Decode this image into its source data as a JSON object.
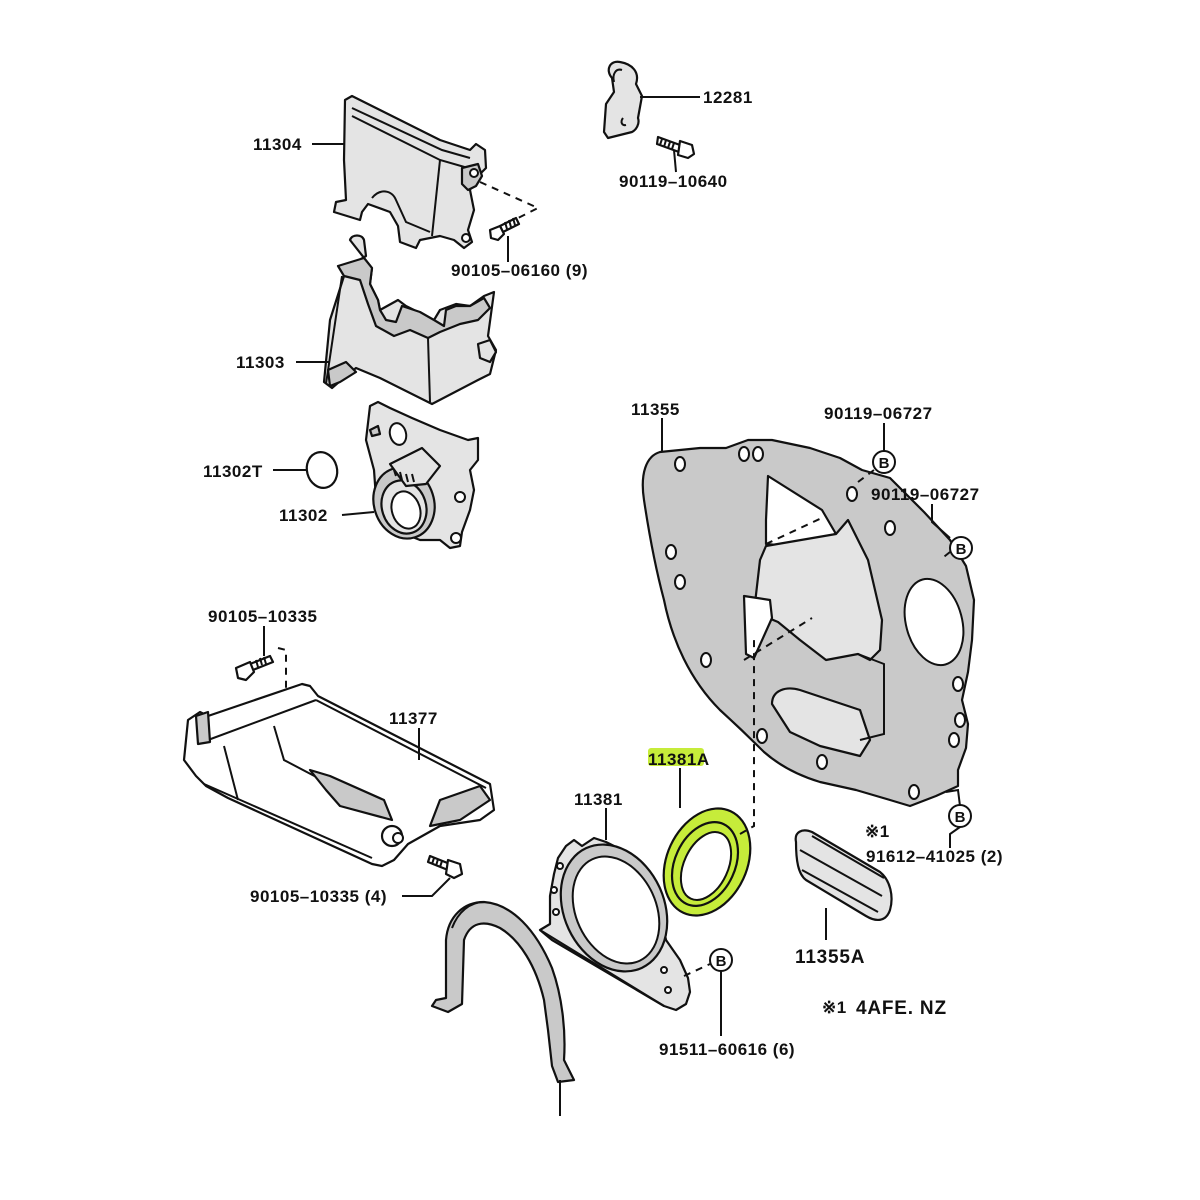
{
  "diagram": {
    "title": "Timing cover, rear end plate and oil seal retainer exploded view",
    "highlight_color": "#c6ec3a",
    "part_fill_color": "#c9c9c9",
    "highlighted_part": "11381A",
    "labels": {
      "p12281": "12281",
      "p90119_10640": "90119–10640",
      "p11304": "11304",
      "p90105_06160": "90105–06160 (9)",
      "p11303": "11303",
      "p11302T": "11302T",
      "p11302": "11302",
      "p11355": "11355",
      "p90119_06727_a": "90119–06727",
      "p90119_06727_b": "90119–06727",
      "p90105_10335": "90105–10335",
      "p11377": "11377",
      "p11381A": "11381A",
      "p11381": "11381",
      "p90105_10335_4": "90105–10335 (4)",
      "p91612_41025": "91612–41025 (2)",
      "p11355A": "11355A",
      "p91511_60616": "91511–60616 (6)",
      "note_marker": "※1",
      "note_marker_2": "※1",
      "note_text": "4AFE. NZ"
    },
    "callout_letter": "B"
  }
}
